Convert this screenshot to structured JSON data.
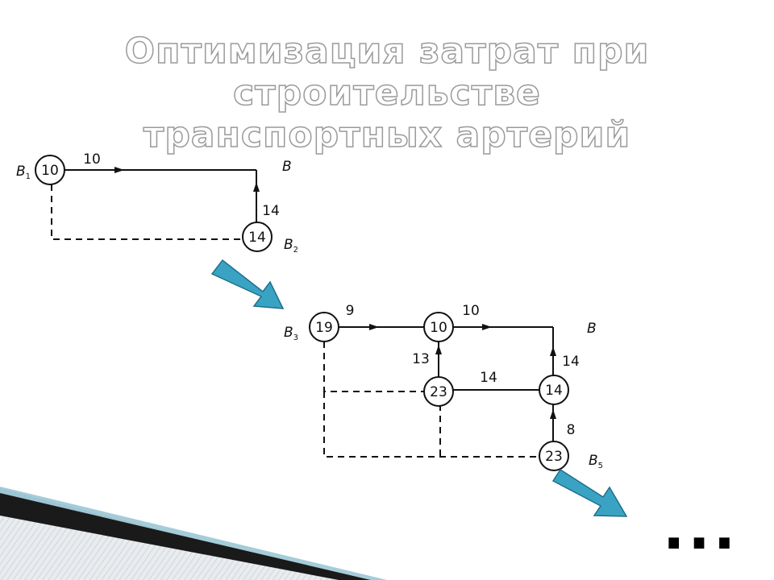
{
  "title": {
    "line1": "Оптимизация затрат при строительстве",
    "line2": "транспортных артерий"
  },
  "diagram1": {
    "nodes": {
      "b1": "10",
      "b2": "14"
    },
    "edges": {
      "b1_to_b": "10",
      "b2_to_b": "14"
    },
    "vertices": {
      "b1": {
        "letter": "B",
        "sub": "1"
      },
      "b": {
        "letter": "B",
        "sub": ""
      },
      "b2": {
        "letter": "B",
        "sub": "2"
      }
    }
  },
  "diagram2": {
    "nodes": {
      "b3": "19",
      "top_mid": "10",
      "mid_center": "23",
      "mid_right": "14",
      "b5": "23"
    },
    "edges": {
      "b3_to_mid": "9",
      "mid_to_b": "10",
      "center_to_top": "13",
      "center_to_right": "14",
      "right_to_b": "14",
      "b5_to_right": "8"
    },
    "vertices": {
      "b3": {
        "letter": "B",
        "sub": "3"
      },
      "b": {
        "letter": "B",
        "sub": ""
      },
      "b5": {
        "letter": "B",
        "sub": "5"
      }
    }
  },
  "continuation": "...",
  "colors": {
    "arrow_fill": "#3aa3c4",
    "arrow_stroke": "#1e6f8a",
    "title_stroke": "#9a9a9a"
  },
  "icons": [
    "next-step-arrow-icon",
    "continuation-arrow-icon"
  ]
}
